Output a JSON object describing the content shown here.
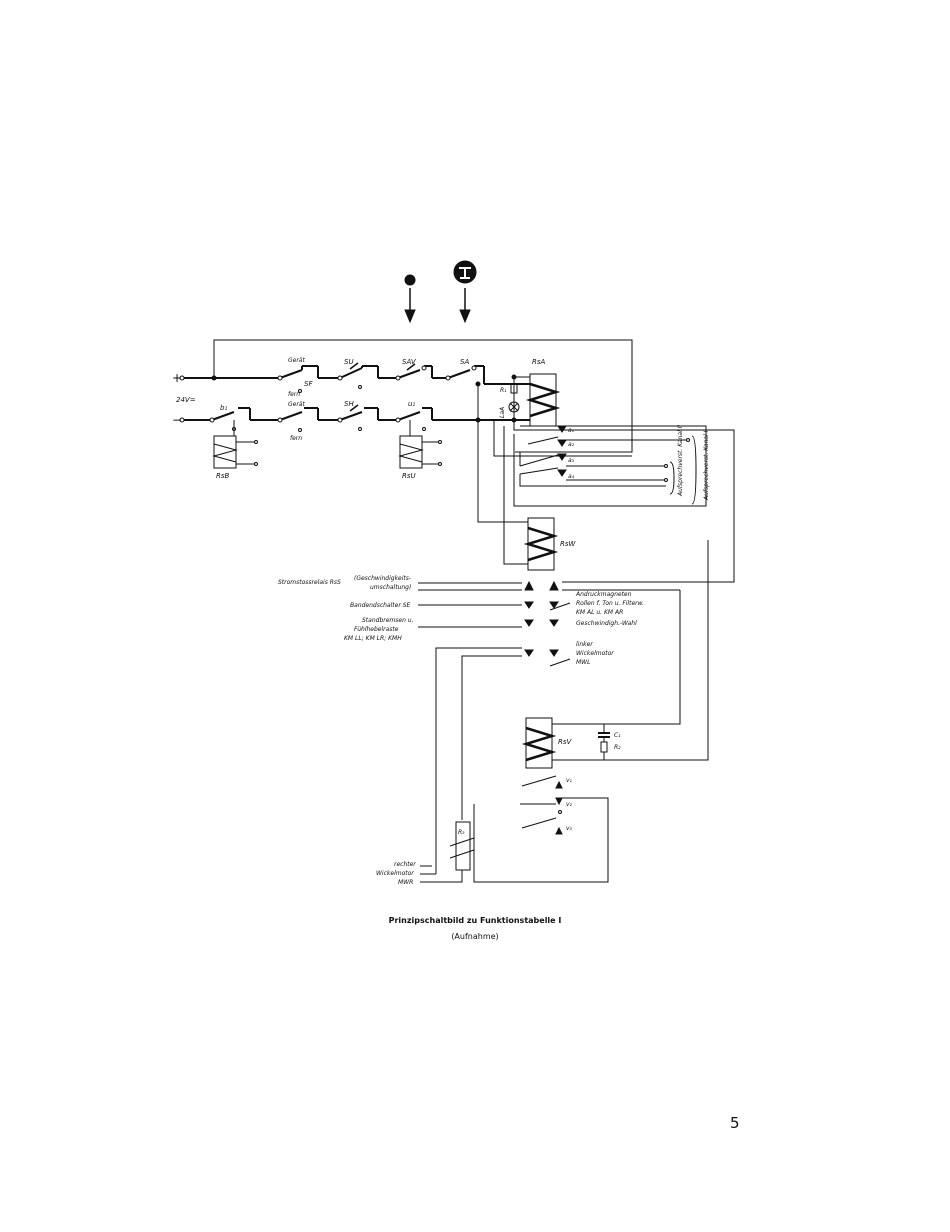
{
  "page_number": "5",
  "caption": {
    "title": "Prinzipschaltbild zu Funktionstabelle I",
    "subtitle": "(Aufnahme)"
  },
  "icons": {
    "stop": "filled-dot",
    "record": "record-symbol"
  },
  "supply": {
    "plus": "+",
    "minus": "−",
    "voltage": "24V="
  },
  "switches": {
    "geraet_top": "Gerät",
    "fern_top": "fern",
    "sf": "SF",
    "su": "SU",
    "sav": "SAV",
    "sa": "SA",
    "b1": "b₁",
    "geraet_bottom": "Gerät",
    "fern_bottom": "fern",
    "sh": "SH",
    "u1": "u₁"
  },
  "relays": {
    "rsa": "RsA",
    "rsb": "RsB",
    "rsu": "RsU",
    "rsw": "RsW",
    "rsv": "RsV",
    "r1": "R₁",
    "la": "LaA"
  },
  "contacts": [
    "a₁",
    "a₂",
    "a₃",
    "a₄"
  ],
  "channels": {
    "kanal2": "Aufsprechverst. Kanal II",
    "kanal1": "Aufsprechverst. Kanal I"
  },
  "left_labels": {
    "rss": "Stromstossrelais RsS",
    "rss_note1": "(Geschwindigkeits-",
    "rss_note2": "umschaltung)",
    "se": "Bandendschalter SE",
    "brakes1": "Standbremsen u.",
    "brakes2": "Fühlhebelraste",
    "brakes3": "KM LL; KM LR; KMH"
  },
  "right_labels": {
    "andruck1": "Andruckmagneten",
    "andruck2": "Rollen f. Ton u. Filterw.",
    "andruck3": "KM AL u. KM AR",
    "geschw": "Geschwindigh.-Wahl",
    "linker1": "linker",
    "linker2": "Wickelmotor",
    "linker3": "MWL"
  },
  "small_labels": {
    "c1": "C₁",
    "r2": "R₂",
    "v1": "v₁",
    "v2": "v₂",
    "v3": "v₃",
    "r3": "R₃"
  },
  "bottom_labels": {
    "rechter": "rechter",
    "wickelmotor": "Wickelmotor",
    "mwr": "MWR"
  }
}
